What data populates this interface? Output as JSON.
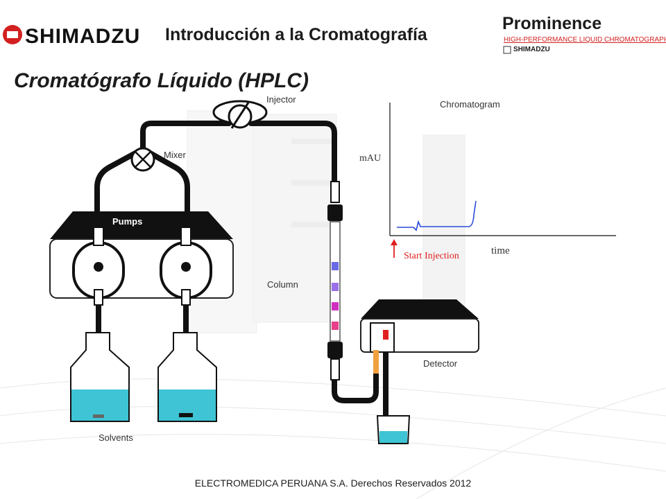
{
  "brand": {
    "logo_text": "SHIMADZU",
    "product": "Prominence",
    "product_sub": "HIGH-PERFORMANCE  LIQUID CHROMATOGRAPH",
    "small_logo": "SHIMADZU"
  },
  "header": {
    "title": "Introducción a la Cromatografía"
  },
  "slide": {
    "title": "Cromatógrafo Líquido (HPLC)"
  },
  "labels": {
    "injector": "Injector",
    "mixer": "Mixer",
    "pumps": "Pumps",
    "column": "Column",
    "detector": "Detector",
    "solvents": "Solvents",
    "chromatogram": "Chromatogram",
    "y_axis": "mAU",
    "x_axis": "time",
    "start_injection": "Start Injection"
  },
  "colors": {
    "solvent": "#3ec4d4",
    "trace": "#2a4ad8",
    "accent_red": "#e02020",
    "band_blue": "#6a6ae8",
    "band_purple": "#9a70e8",
    "band_magenta": "#d030c0",
    "band_pink": "#e8408a",
    "tube_orange": "#f0a040"
  },
  "footer": {
    "text": "ELECTROMEDICA PERUANA S.A.   Derechos Reservados   2012"
  }
}
